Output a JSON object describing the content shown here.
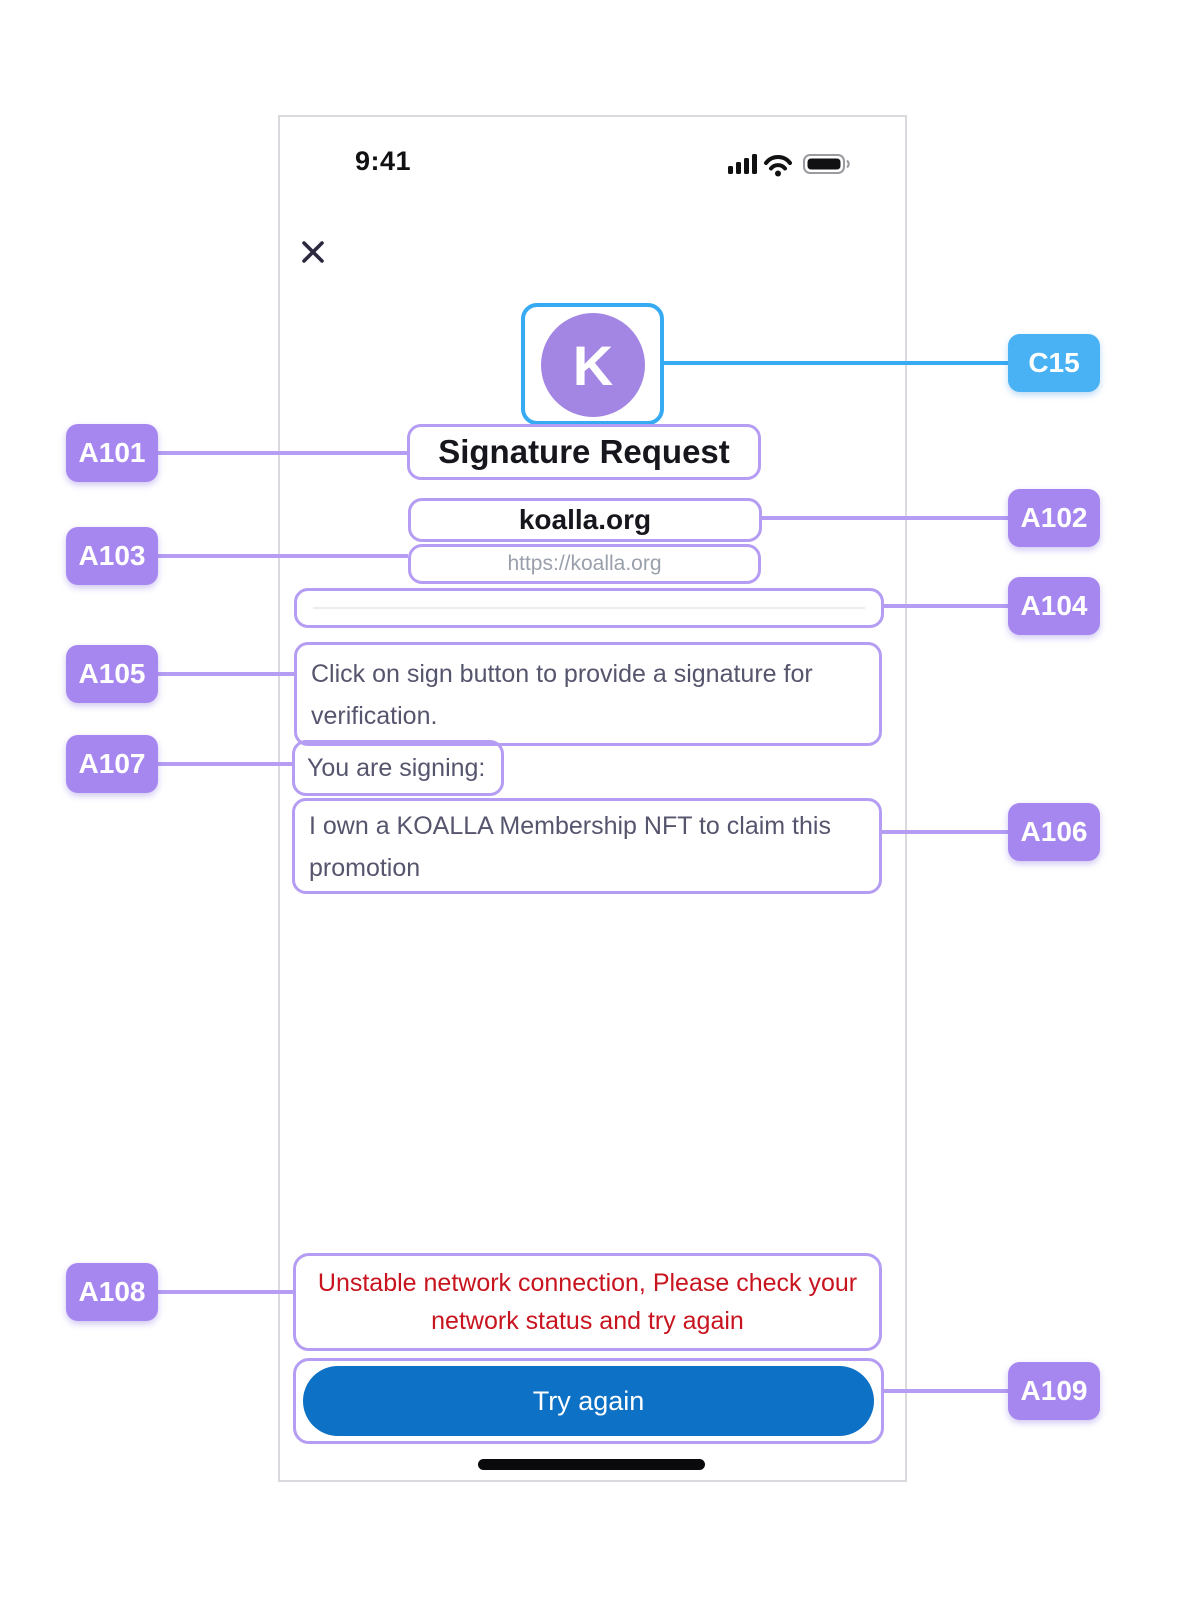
{
  "phone": {
    "status_bar": {
      "time": "9:41",
      "icons": [
        "signal-icon",
        "wifi-icon",
        "battery-icon"
      ]
    },
    "close_icon": "cross",
    "avatar": {
      "initial": "K"
    },
    "title": "Signature Request",
    "site_name": "koalla.org",
    "site_url": "https://koalla.org",
    "instruction": {
      "line1": "Click on sign button to provide a signature for",
      "line2": "verification."
    },
    "signing_label": "You are signing:",
    "signing_message": {
      "line1": "I own a KOALLA Membership NFT to claim this",
      "line2": "promotion"
    },
    "error_message": {
      "line1": "Unstable network connection, Please check your",
      "line2": "network status and try again"
    },
    "try_again_label": "Try again"
  },
  "annotations": {
    "c15": {
      "label": "C15",
      "color": "blue"
    },
    "a101": {
      "label": "A101",
      "color": "purple"
    },
    "a102": {
      "label": "A102",
      "color": "purple"
    },
    "a103": {
      "label": "A103",
      "color": "purple"
    },
    "a104": {
      "label": "A104",
      "color": "purple"
    },
    "a105": {
      "label": "A105",
      "color": "purple"
    },
    "a106": {
      "label": "A106",
      "color": "purple"
    },
    "a107": {
      "label": "A107",
      "color": "purple"
    },
    "a108": {
      "label": "A108",
      "color": "purple"
    },
    "a109": {
      "label": "A109",
      "color": "purple"
    }
  },
  "colors": {
    "annotation_purple": "#a687f0",
    "annotation_blue": "#48b2f5",
    "outline_purple": "#b49df2",
    "outline_blue": "#36aaf2",
    "button_blue": "#0d71c6",
    "error_red": "#c8141f",
    "avatar_purple": "#a385e3",
    "body_text": "#56556e"
  }
}
